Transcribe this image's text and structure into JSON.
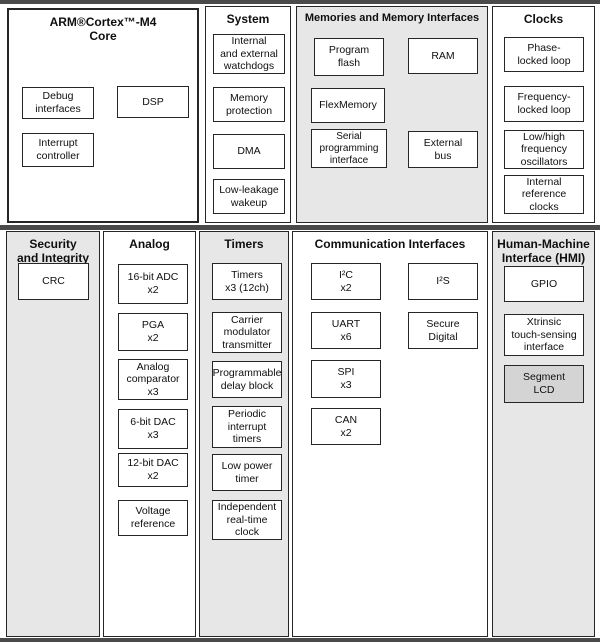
{
  "colors": {
    "panel_gray": "#e7e7e7",
    "box_fill": "#ffffff",
    "segment_lcd_fill": "#d4d4d4",
    "divider_bar": "#4a4a4a",
    "border": "#262626"
  },
  "panels": {
    "arm_core": {
      "title": "ARM®Cortex™-M4\nCore",
      "boxes": [
        "Debug\ninterfaces",
        "DSP",
        "Interrupt\ncontroller"
      ]
    },
    "system": {
      "title": "System",
      "boxes": [
        "Internal\nand external\nwatchdogs",
        "Memory\nprotection",
        "DMA",
        "Low-leakage\nwakeup"
      ]
    },
    "memories": {
      "title": "Memories and Memory Interfaces",
      "boxes": [
        "Program\nflash",
        "RAM",
        "FlexMemory",
        "Serial\nprogramming\ninterface",
        "External\nbus"
      ]
    },
    "clocks": {
      "title": "Clocks",
      "boxes": [
        "Phase-\nlocked loop",
        "Frequency-\nlocked loop",
        "Low/high\nfrequency\noscillators",
        "Internal\nreference\nclocks"
      ]
    },
    "security": {
      "title": "Security\nand Integrity",
      "boxes": [
        "CRC"
      ]
    },
    "analog": {
      "title": "Analog",
      "boxes": [
        "16-bit ADC\nx2",
        "PGA\nx2",
        "Analog\ncomparator\nx3",
        "6-bit DAC\nx3",
        "12-bit DAC\nx2",
        "Voltage\nreference"
      ]
    },
    "timers": {
      "title": "Timers",
      "boxes": [
        "Timers\nx3 (12ch)",
        "Carrier\nmodulator\ntransmitter",
        "Programmable\ndelay block",
        "Periodic\ninterrupt\ntimers",
        "Low power\ntimer",
        "Independent\nreal-time\nclock"
      ]
    },
    "comm": {
      "title": "Communication Interfaces",
      "boxes": [
        "I²C\nx2",
        "I²S",
        "UART\nx6",
        "Secure\nDigital",
        "SPI\nx3",
        "CAN\nx2"
      ]
    },
    "hmi": {
      "title": "Human-Machine\nInterface (HMI)",
      "boxes": [
        "GPIO",
        "Xtrinsic\ntouch-sensing\ninterface",
        "Segment\nLCD"
      ]
    }
  }
}
